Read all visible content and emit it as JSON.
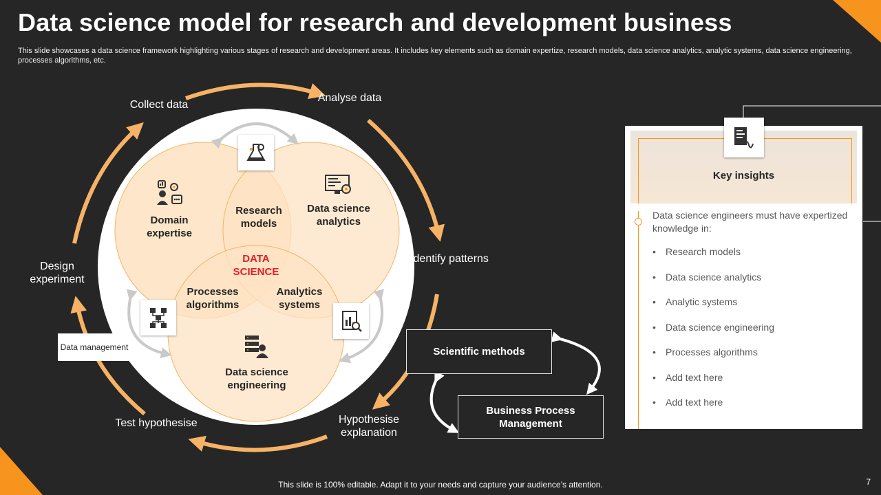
{
  "slide": {
    "title": "Data science model for research and development business",
    "subtitle": "This slide showcases a data science framework highlighting various stages of research and development areas. It includes key elements such as domain expertize, research models, data science analytics, analytic systems, data science engineering, processes algorithms, etc.",
    "footer": "This slide is 100% editable. Adapt it to your needs and capture your audience’s attention.",
    "page_number": "7"
  },
  "cycle": {
    "collect": "Collect data",
    "analyse": "Analyse data",
    "identify": "Identify patterns",
    "hypothesise": "Hypothesise explanation",
    "test": "Test hypothesise",
    "design": "Design experiment"
  },
  "venn": {
    "domain": "Domain expertise",
    "research": "Research models",
    "analytics": "Data science analytics",
    "center": "DATA SCIENCE",
    "processes": "Processes algorithms",
    "systems": "Analytics systems",
    "engineering": "Data science engineering"
  },
  "data_management": "Data management",
  "methods": {
    "scientific": "Scientific methods",
    "business": "Business Process Management"
  },
  "insights": {
    "title": "Key insights",
    "intro": "Data science engineers must have expertized knowledge in:",
    "items": [
      "Research models",
      "Data science analytics",
      "Analytic systems",
      "Data science engineering",
      "Processes algorithms",
      "Add text here",
      "Add text here"
    ]
  },
  "colors": {
    "background": "#262626",
    "accent": "#f7941d",
    "center_text": "#e31e24",
    "circle_fill": "#fde3c3"
  },
  "icons": [
    "lab-flask-icon",
    "analytics-monitor-icon",
    "domain-people-icon",
    "engineer-server-icon",
    "flowchart-icon",
    "report-search-icon",
    "document-chart-icon"
  ]
}
